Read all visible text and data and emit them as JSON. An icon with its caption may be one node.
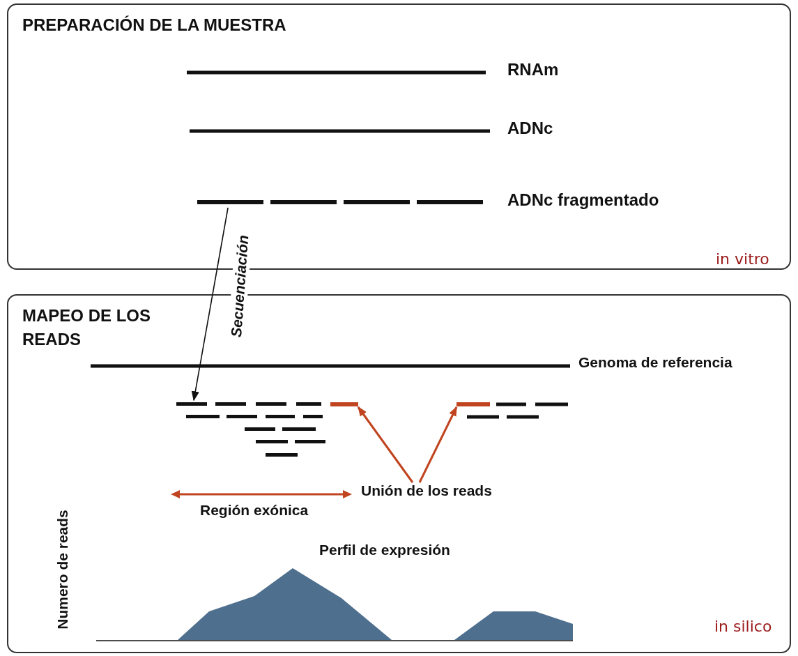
{
  "diagram": {
    "nodes": [
      {
        "text": [
          "PREPARACIÓN DE LA MUESTRA",
          "in vitro"
        ]
      },
      {
        "text": [],
        "shape": "bar",
        "in": 0
      },
      {
        "text": [
          "MAPEO DE LOS READS",
          "in silico"
        ]
      },
      {
        "text": [],
        "shape": "bar",
        "in": 2
      },
      {
        "text": [],
        "shape": "bar",
        "in": 2
      },
      {
        "text": [],
        "shape": "bar",
        "in": 2
      },
      {
        "text": [
          "Unión de los reads"
        ],
        "in": 2
      }
    ],
    "edges": [
      {
        "from": 1,
        "to": 3,
        "arrow": "to",
        "label": "Secuenciación",
        "color": "#111111"
      },
      {
        "from": 6,
        "to": 4,
        "arrow": "to",
        "color": "#c0441f"
      },
      {
        "from": 6,
        "to": 5,
        "arrow": "to",
        "color": "#c0441f"
      }
    ],
    "labels": [
      "RNAm",
      "ADNc",
      "ADNc fragmentado",
      "Genoma de referencia",
      "Región exónica",
      "Numero de reads",
      "Perfil de expresión"
    ]
  }
}
